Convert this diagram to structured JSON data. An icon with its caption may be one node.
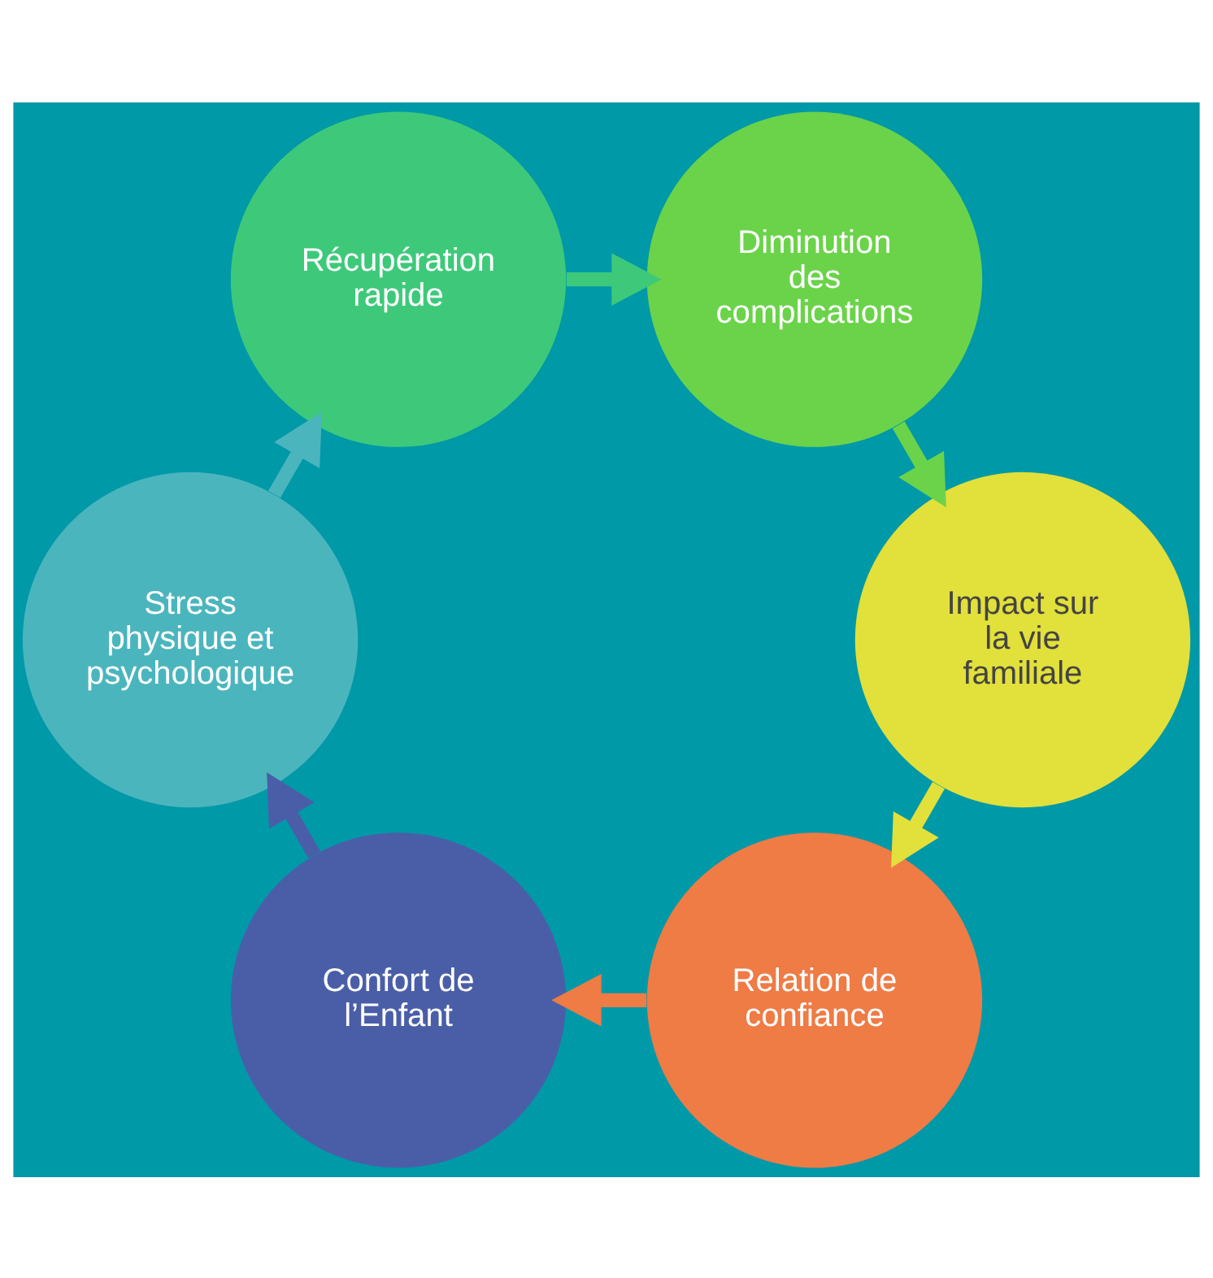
{
  "diagram": {
    "nodes": [
      {
        "text": [
          "Relation de confiance"
        ]
      },
      {
        "text": [
          "Confort de l’Enfant"
        ]
      },
      {
        "text": [
          "Stress physique et psychologique"
        ]
      },
      {
        "text": [
          "Récupération rapide"
        ]
      },
      {
        "text": [
          "Diminution des complications"
        ]
      },
      {
        "text": [
          "Impact sur la vie familiale"
        ]
      }
    ],
    "edges": [
      {
        "from": 0,
        "to": 1,
        "arrow": "to",
        "color": "#ef7b45"
      },
      {
        "from": 1,
        "to": 2,
        "arrow": "to",
        "color": "#4a5ea8"
      },
      {
        "from": 2,
        "to": 3,
        "arrow": "to",
        "color": "#4bb5bd"
      },
      {
        "from": 3,
        "to": 4,
        "arrow": "to",
        "color": "#3ec97a"
      },
      {
        "from": 4,
        "to": 5,
        "arrow": "to",
        "color": "#6bd34a"
      },
      {
        "from": 5,
        "to": 0,
        "arrow": "to",
        "color": "#e2e03a"
      }
    ]
  }
}
